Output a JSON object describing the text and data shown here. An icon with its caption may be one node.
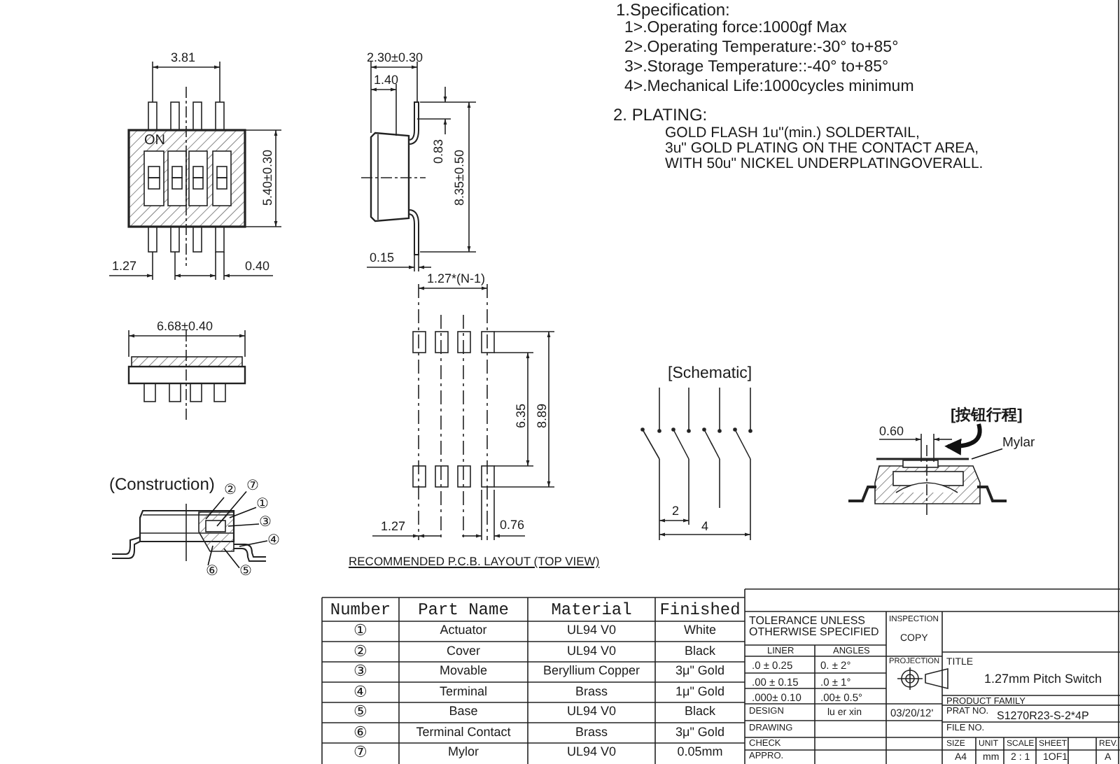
{
  "diagram": {
    "nodes": [
      {
        "text": [
          "②"
        ]
      },
      {
        "text": [
          "⑦"
        ]
      },
      {
        "text": [
          "①"
        ]
      },
      {
        "text": [
          "③"
        ]
      },
      {
        "text": [
          "④"
        ]
      },
      {
        "text": [
          "⑥"
        ]
      },
      {
        "text": [
          "⑤"
        ]
      },
      {
        "text": [
          "[按钮行程]"
        ]
      },
      {
        "text": [
          "Mylar"
        ]
      },
      {
        "text": [],
        "shape": "picture"
      },
      {
        "text": [],
        "shape": "picture"
      }
    ],
    "edges": [
      {
        "from": 0,
        "to": 9,
        "arrow": "none"
      },
      {
        "from": 1,
        "to": 9,
        "arrow": "none"
      },
      {
        "from": 2,
        "to": 9,
        "arrow": "none"
      },
      {
        "from": 3,
        "to": 9,
        "arrow": "none"
      },
      {
        "from": 4,
        "to": 9,
        "arrow": "none"
      },
      {
        "from": 5,
        "to": 9,
        "arrow": "none"
      },
      {
        "from": 6,
        "to": 9,
        "arrow": "none"
      },
      {
        "from": 7,
        "to": 10,
        "arrow": "to",
        "style": "thick"
      },
      {
        "from": 8,
        "to": 10,
        "arrow": "none"
      }
    ],
    "labels": [
      "1.Specification:",
      "1>.Operating force:1000gf Max",
      "2>.Operating Temperature:-30° to+85°",
      "3>.Storage Temperature::-40° to+85°",
      "4>.Mechanical Life:1000cycles minimum",
      "2. PLATING:",
      "GOLD FLASH 1u\"(min.) SOLDERTAIL,",
      "3u\" GOLD PLATING ON THE CONTACT AREA,",
      "WITH 50u\" NICKEL UNDERPLATINGOVERALL.",
      "3.81",
      "2.30±0.30",
      "1.40",
      "ON",
      "0.83",
      "5.40±0.30",
      "8.35±0.50",
      "0.15",
      "1.27",
      "0.40",
      "1.27*(N-1)",
      "6.68±0.40",
      "[Schematic]",
      "6.35",
      "8.89",
      "0.60",
      "(Construction)",
      "1.27",
      "0.76",
      "2",
      "4",
      "RECOMMENDED P.C.B. LAYOUT (TOP VIEW)",
      "Number",
      "Part Name",
      "Material",
      "Finished",
      "①",
      "Actuator",
      "UL94 V0",
      "White",
      "②",
      "Cover",
      "UL94 V0",
      "Black",
      "③",
      "Movable",
      "Beryllium Copper",
      "3μ\" Gold",
      "④",
      "Terminal",
      "Brass",
      "1μ\" Gold",
      "⑤",
      "Base",
      "UL94 V0",
      "Black",
      "⑥",
      "Terminal Contact",
      "Brass",
      "3μ\" Gold",
      "⑦",
      "Mylor",
      "UL94 V0",
      "0.05mm",
      "TOLERANCE UNLESS OTHERWISE SPECIFIED",
      "INSPECTION",
      "COPY",
      "LINER",
      "ANGLES",
      ".0 ± 0.25",
      "0. ± 2°",
      "PROJECTION",
      "TITLE",
      ".00 ± 0.15",
      ".0 ± 1°",
      "1.27mm Pitch Switch",
      ".000± 0.10",
      ".00± 0.5°",
      "PRODUCT FAMILY",
      "DESIGN",
      "lu er xin",
      "03/20/12'",
      "PRAT NO.",
      "S1270R23-S-2*4P",
      "DRAWING",
      "FILE NO.",
      "CHECK",
      "SIZE",
      "UNIT",
      "SCALE",
      "SHEET",
      "REV.",
      "APPRO.",
      "A4",
      "mm",
      "2 : 1",
      "1OF1",
      "A"
    ]
  }
}
